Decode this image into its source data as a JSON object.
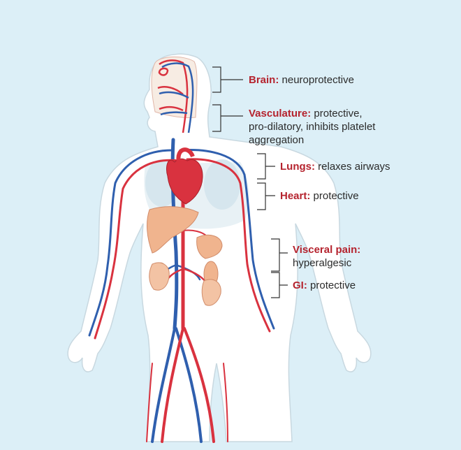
{
  "annotations": [
    {
      "id": "brain",
      "term": "Brain:",
      "desc": " neuroprotective",
      "lines": []
    },
    {
      "id": "vasculature",
      "term": "Vasculature:",
      "desc": " protective,",
      "lines": [
        "pro-dilatory, inhibits platelet",
        "aggregation"
      ]
    },
    {
      "id": "lungs",
      "term": "Lungs:",
      "desc": " relaxes airways",
      "lines": []
    },
    {
      "id": "heart",
      "term": "Heart:",
      "desc": " protective",
      "lines": []
    },
    {
      "id": "visceral",
      "term": "Visceral pain:",
      "desc": "",
      "lines": [
        "hyperalgesic"
      ]
    },
    {
      "id": "gi",
      "term": "GI:",
      "desc": " protective",
      "lines": []
    }
  ],
  "colors": {
    "background": "#dceff7",
    "body_fill": "#ffffff",
    "artery": "#d9323f",
    "vein": "#2f5fae",
    "organ": "#f0b48e",
    "label_term": "#b5232e",
    "label_text": "#2b2b2b",
    "bracket": "#333333"
  }
}
